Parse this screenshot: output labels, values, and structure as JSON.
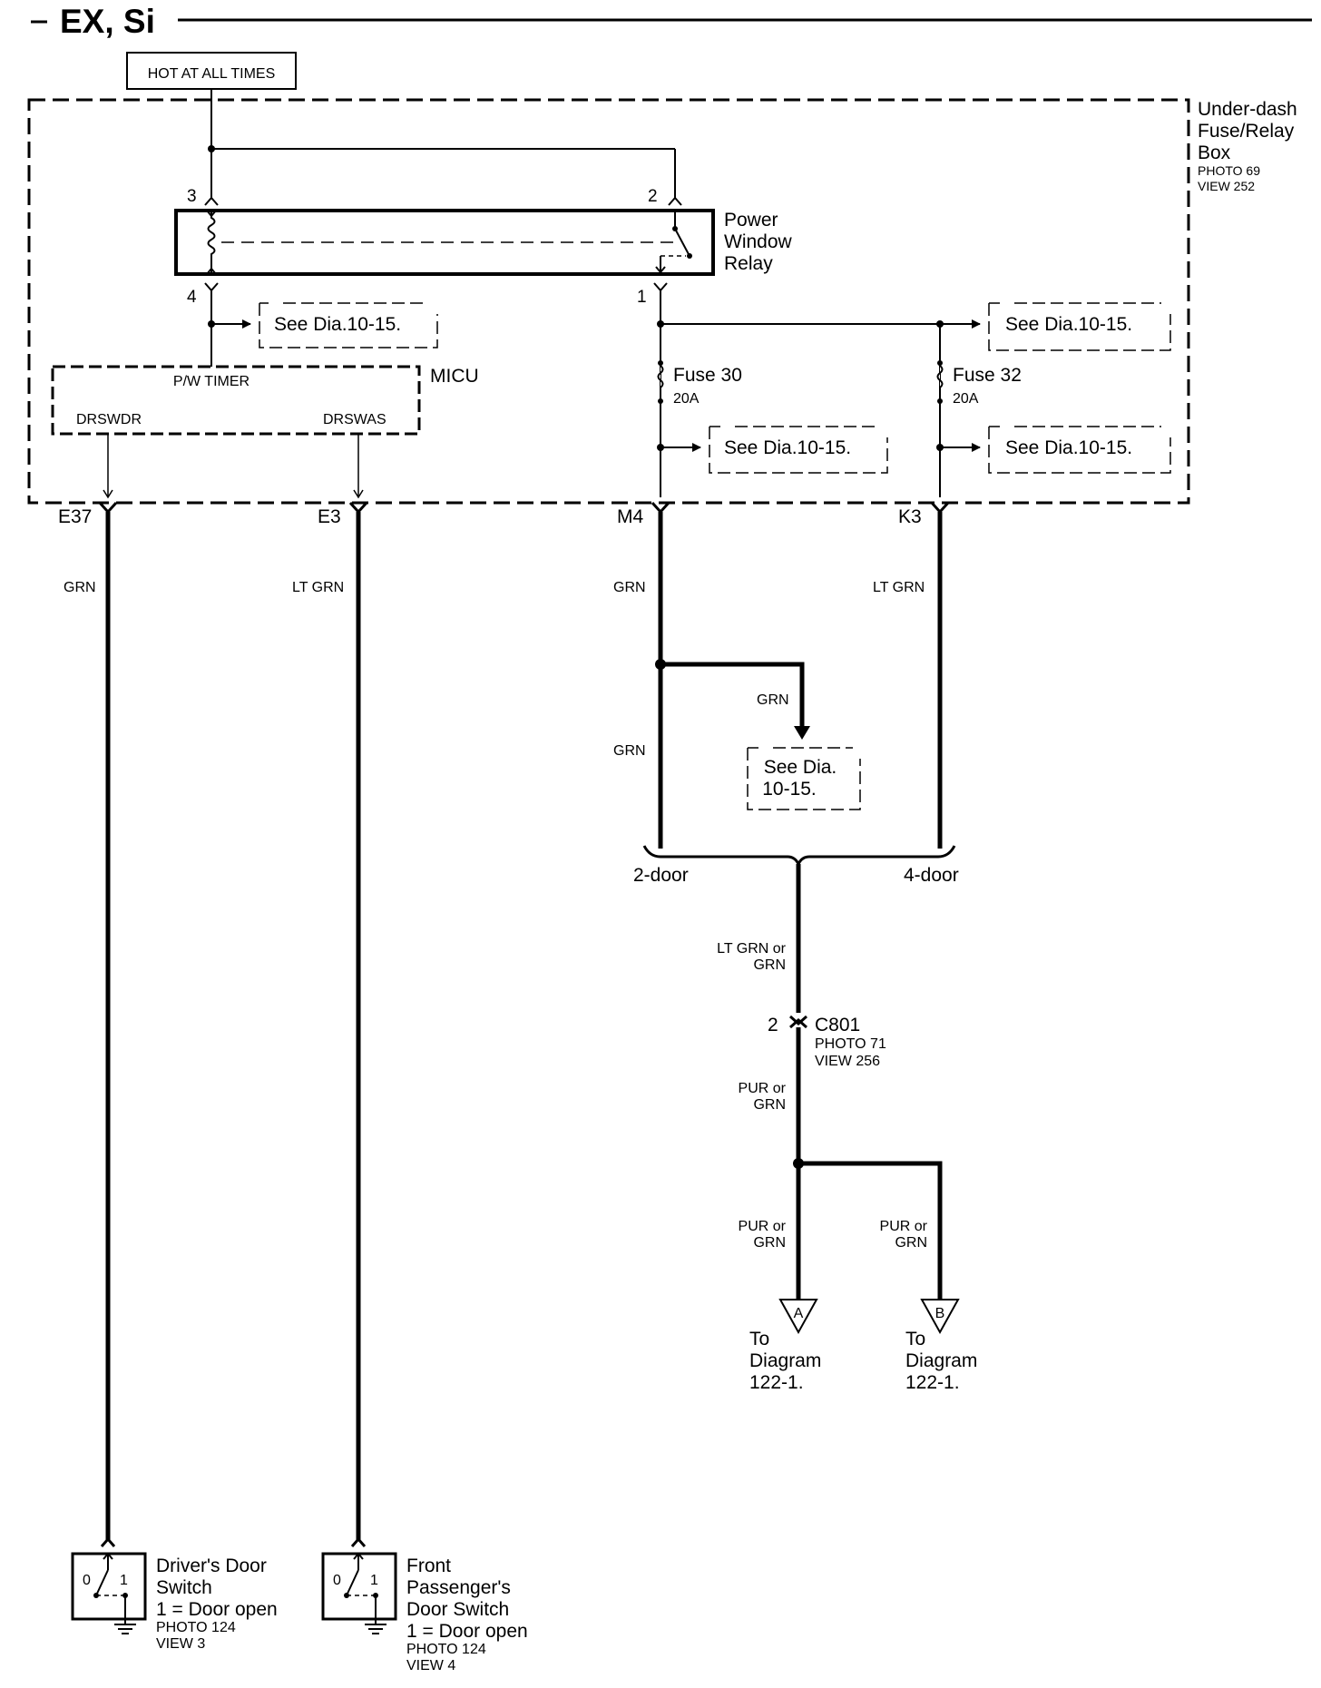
{
  "title": "EX, Si",
  "hot_label": "HOT AT ALL TIMES",
  "fuse_box": {
    "line1": "Under-dash",
    "line2": "Fuse/Relay",
    "line3": "Box",
    "photo": "PHOTO 69",
    "view": "VIEW 252"
  },
  "relay": {
    "line1": "Power",
    "line2": "Window",
    "line3": "Relay",
    "pin3": "3",
    "pin2": "2",
    "pin4": "4",
    "pin1": "1"
  },
  "see_dia": "See Dia.10-15.",
  "see_dia_split": {
    "line1": "See Dia.",
    "line2": "10-15."
  },
  "micu": {
    "label": "MICU",
    "timer": "P/W TIMER",
    "drswdr": "DRSWDR",
    "drswas": "DRSWAS"
  },
  "fuse30": {
    "name": "Fuse 30",
    "rating": "20A"
  },
  "fuse32": {
    "name": "Fuse 32",
    "rating": "20A"
  },
  "terminals": {
    "e37": "E37",
    "e3": "E3",
    "m4": "M4",
    "k3": "K3"
  },
  "wires": {
    "grn": "GRN",
    "lt_grn": "LT GRN",
    "lt_grn_or_grn_1": "LT GRN or",
    "lt_grn_or_grn_2": "GRN",
    "pur_or_grn_1": "PUR or",
    "pur_or_grn_2": "GRN"
  },
  "door_variants": {
    "two": "2-door",
    "four": "4-door"
  },
  "connector": {
    "pin": "2",
    "name": "C801",
    "photo": "PHOTO 71",
    "view": "VIEW 256"
  },
  "out_a": {
    "letter": "A",
    "line1": "To",
    "line2": "Diagram",
    "line3": "122-1."
  },
  "out_b": {
    "letter": "B",
    "line1": "To",
    "line2": "Diagram",
    "line3": "122-1."
  },
  "driver_switch": {
    "line1": "Driver's Door",
    "line2": "Switch",
    "line3": "1 = Door open",
    "photo": "PHOTO 124",
    "view": "VIEW 3",
    "pos0": "0",
    "pos1": "1"
  },
  "pass_switch": {
    "line1": "Front",
    "line2": "Passenger's",
    "line3": "Door Switch",
    "line4": "1 = Door open",
    "photo": "PHOTO 124",
    "view": "VIEW 4",
    "pos0": "0",
    "pos1": "1"
  }
}
